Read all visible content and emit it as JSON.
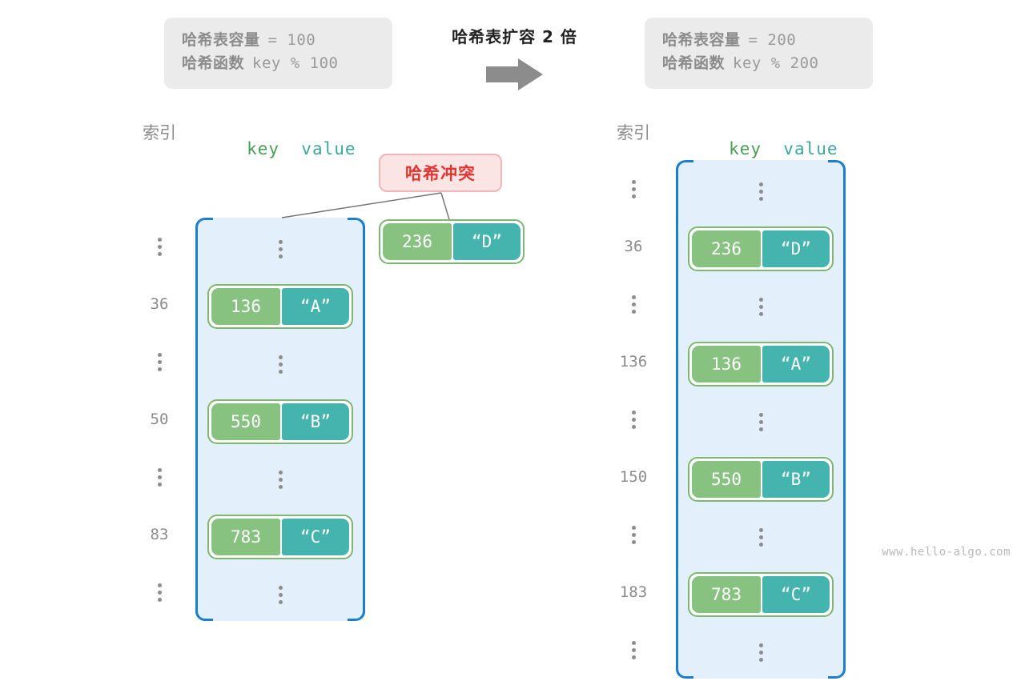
{
  "title": "哈希表扩容 2 倍",
  "arrow_icon": "right-arrow-icon",
  "watermark": "www.hello-algo.com",
  "colors": {
    "frame_border": "#1a7fce",
    "frame_fill": "#e3effa",
    "key_fill": "#87c281",
    "value_fill": "#45b4ae",
    "pair_border": "#7cb870",
    "badge_text": "#e3342f",
    "badge_fill": "#fbe4e4",
    "badge_border": "#f2b6b6",
    "info_fill": "#ebebeb",
    "muted_text": "#8c8c8c",
    "key_header": "#4a9e52",
    "value_header": "#3da79f"
  },
  "info_left": {
    "capacity_label": "哈希表容量",
    "capacity_value": "= 100",
    "function_label": "哈希函数",
    "function_value": "key % 100"
  },
  "info_right": {
    "capacity_label": "哈希表容量",
    "capacity_value": "= 200",
    "function_label": "哈希函数",
    "function_value": "key % 200"
  },
  "headers": {
    "index": "索引",
    "key": "key",
    "value": "value"
  },
  "collision_badge": "哈希冲突",
  "floating_entry": {
    "key": "236",
    "value": "“D”"
  },
  "left_table": {
    "rows": [
      {
        "index": "⋮",
        "type": "ellipsis"
      },
      {
        "index": "36",
        "type": "entry",
        "key": "136",
        "value": "“A”"
      },
      {
        "index": "⋮",
        "type": "ellipsis"
      },
      {
        "index": "50",
        "type": "entry",
        "key": "550",
        "value": "“B”"
      },
      {
        "index": "⋮",
        "type": "ellipsis"
      },
      {
        "index": "83",
        "type": "entry",
        "key": "783",
        "value": "“C”"
      },
      {
        "index": "⋮",
        "type": "ellipsis"
      }
    ]
  },
  "right_table": {
    "rows": [
      {
        "index": "⋮",
        "type": "ellipsis"
      },
      {
        "index": "36",
        "type": "entry",
        "key": "236",
        "value": "“D”"
      },
      {
        "index": "⋮",
        "type": "ellipsis"
      },
      {
        "index": "136",
        "type": "entry",
        "key": "136",
        "value": "“A”"
      },
      {
        "index": "⋮",
        "type": "ellipsis"
      },
      {
        "index": "150",
        "type": "entry",
        "key": "550",
        "value": "“B”"
      },
      {
        "index": "⋮",
        "type": "ellipsis"
      },
      {
        "index": "183",
        "type": "entry",
        "key": "783",
        "value": "“C”"
      },
      {
        "index": "⋮",
        "type": "ellipsis"
      }
    ]
  }
}
